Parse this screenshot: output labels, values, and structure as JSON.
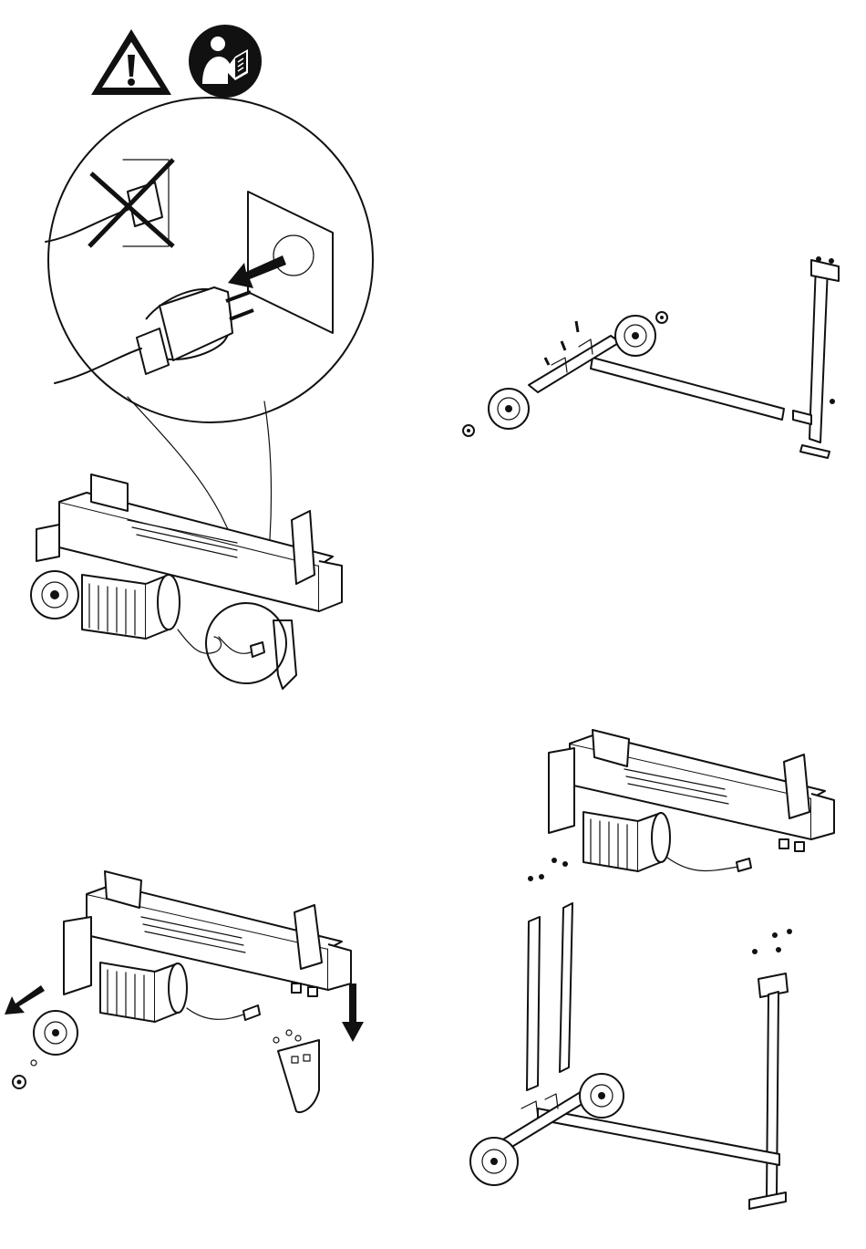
{
  "document": {
    "type": "assembly-instructions",
    "step_count": 4,
    "steps": [
      {
        "id": "unplug",
        "icons": [
          "warning-icon",
          "read-manual-icon"
        ]
      },
      {
        "id": "stand-parts"
      },
      {
        "id": "remove-wheels-and-leg"
      },
      {
        "id": "attach-stand"
      }
    ]
  },
  "colors": {
    "ink": "#111111",
    "paper": "#ffffff"
  }
}
